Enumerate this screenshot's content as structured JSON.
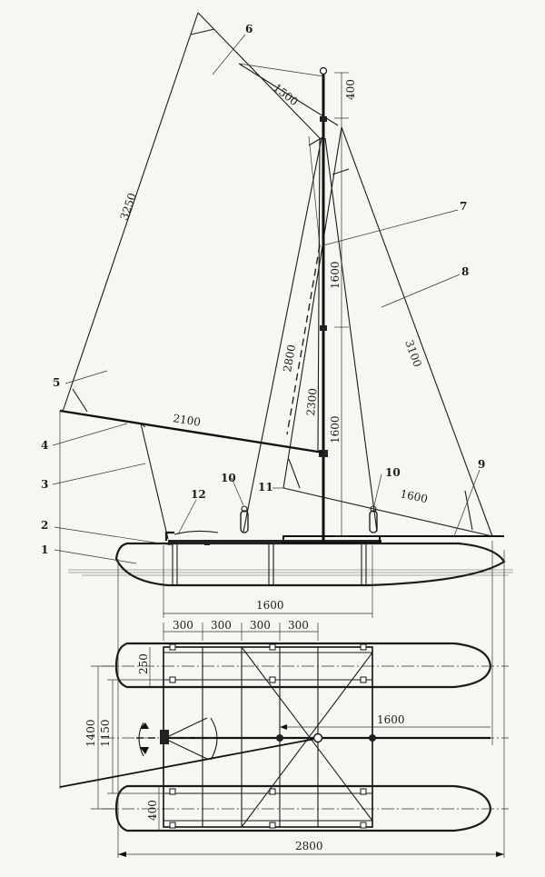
{
  "callouts": [
    "1",
    "2",
    "3",
    "4",
    "5",
    "6",
    "7",
    "8",
    "9",
    "10",
    "10",
    "11",
    "12"
  ],
  "dimensions": {
    "mast_top": "400",
    "gaff": "1500",
    "luff_upper": "1600",
    "luff_lower": "1600",
    "leech": "3250",
    "forestay": "3100",
    "mast_length": "2800",
    "mast_lower": "2300",
    "boom": "2100",
    "jib_boom": "1600",
    "deck_width": "1600",
    "spacing_1": "300",
    "spacing_2": "300",
    "spacing_3": "300",
    "spacing_4": "300",
    "hull_width": "250",
    "overall_beam": "1400",
    "inner_beam": "1150",
    "boom_plan": "1600",
    "hull_spacing": "400",
    "overall_length": "2800"
  }
}
